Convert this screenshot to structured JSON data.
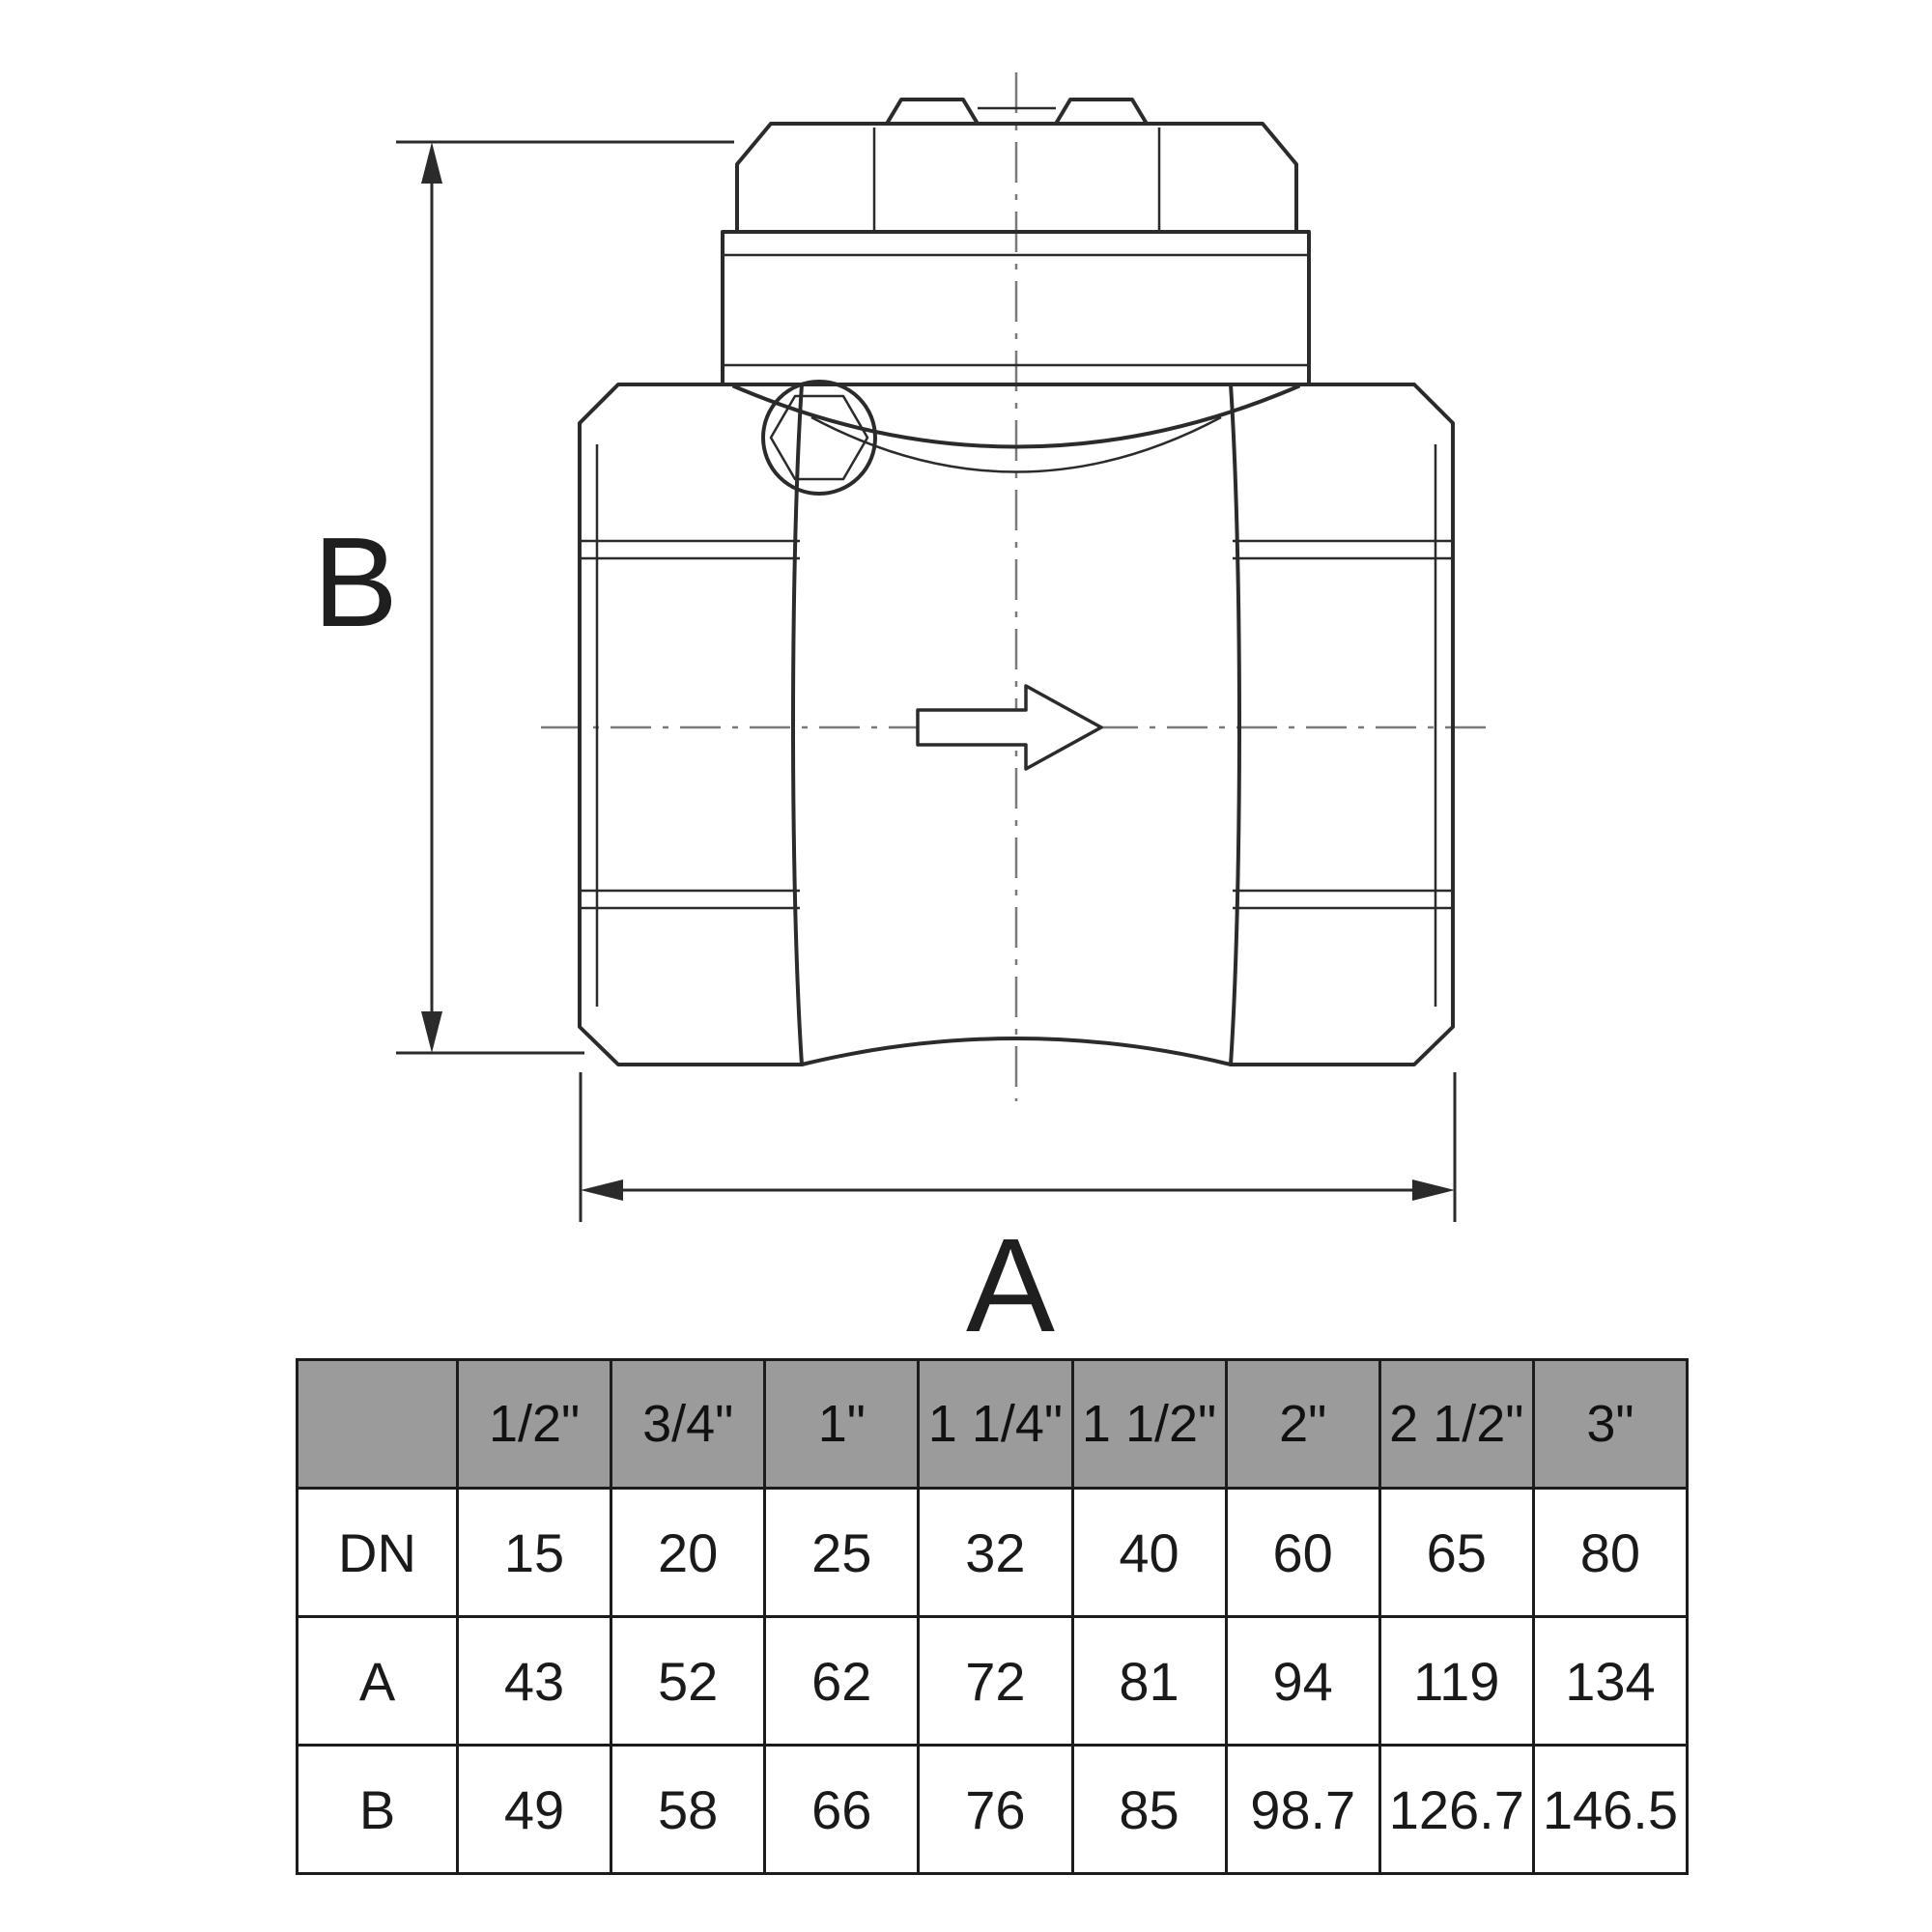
{
  "diagram": {
    "dim_label_a": "A",
    "dim_label_b": "B",
    "flow_arrow_icon": "flow-direction-right-arrow"
  },
  "table": {
    "corner": "",
    "header": [
      "1/2\"",
      "3/4\"",
      "1\"",
      "1 1/4\"",
      "1 1/2\"",
      "2\"",
      "2 1/2\"",
      "3\""
    ],
    "rows": [
      {
        "label": "DN",
        "values": [
          "15",
          "20",
          "25",
          "32",
          "40",
          "60",
          "65",
          "80"
        ]
      },
      {
        "label": "A",
        "values": [
          "43",
          "52",
          "62",
          "72",
          "81",
          "94",
          "119",
          "134"
        ]
      },
      {
        "label": "B",
        "values": [
          "49",
          "58",
          "66",
          "76",
          "85",
          "98.7",
          "126.7",
          "146.5"
        ]
      }
    ]
  },
  "colors": {
    "header_bg": "#9b9b9b",
    "line": "#2b2b2b"
  }
}
